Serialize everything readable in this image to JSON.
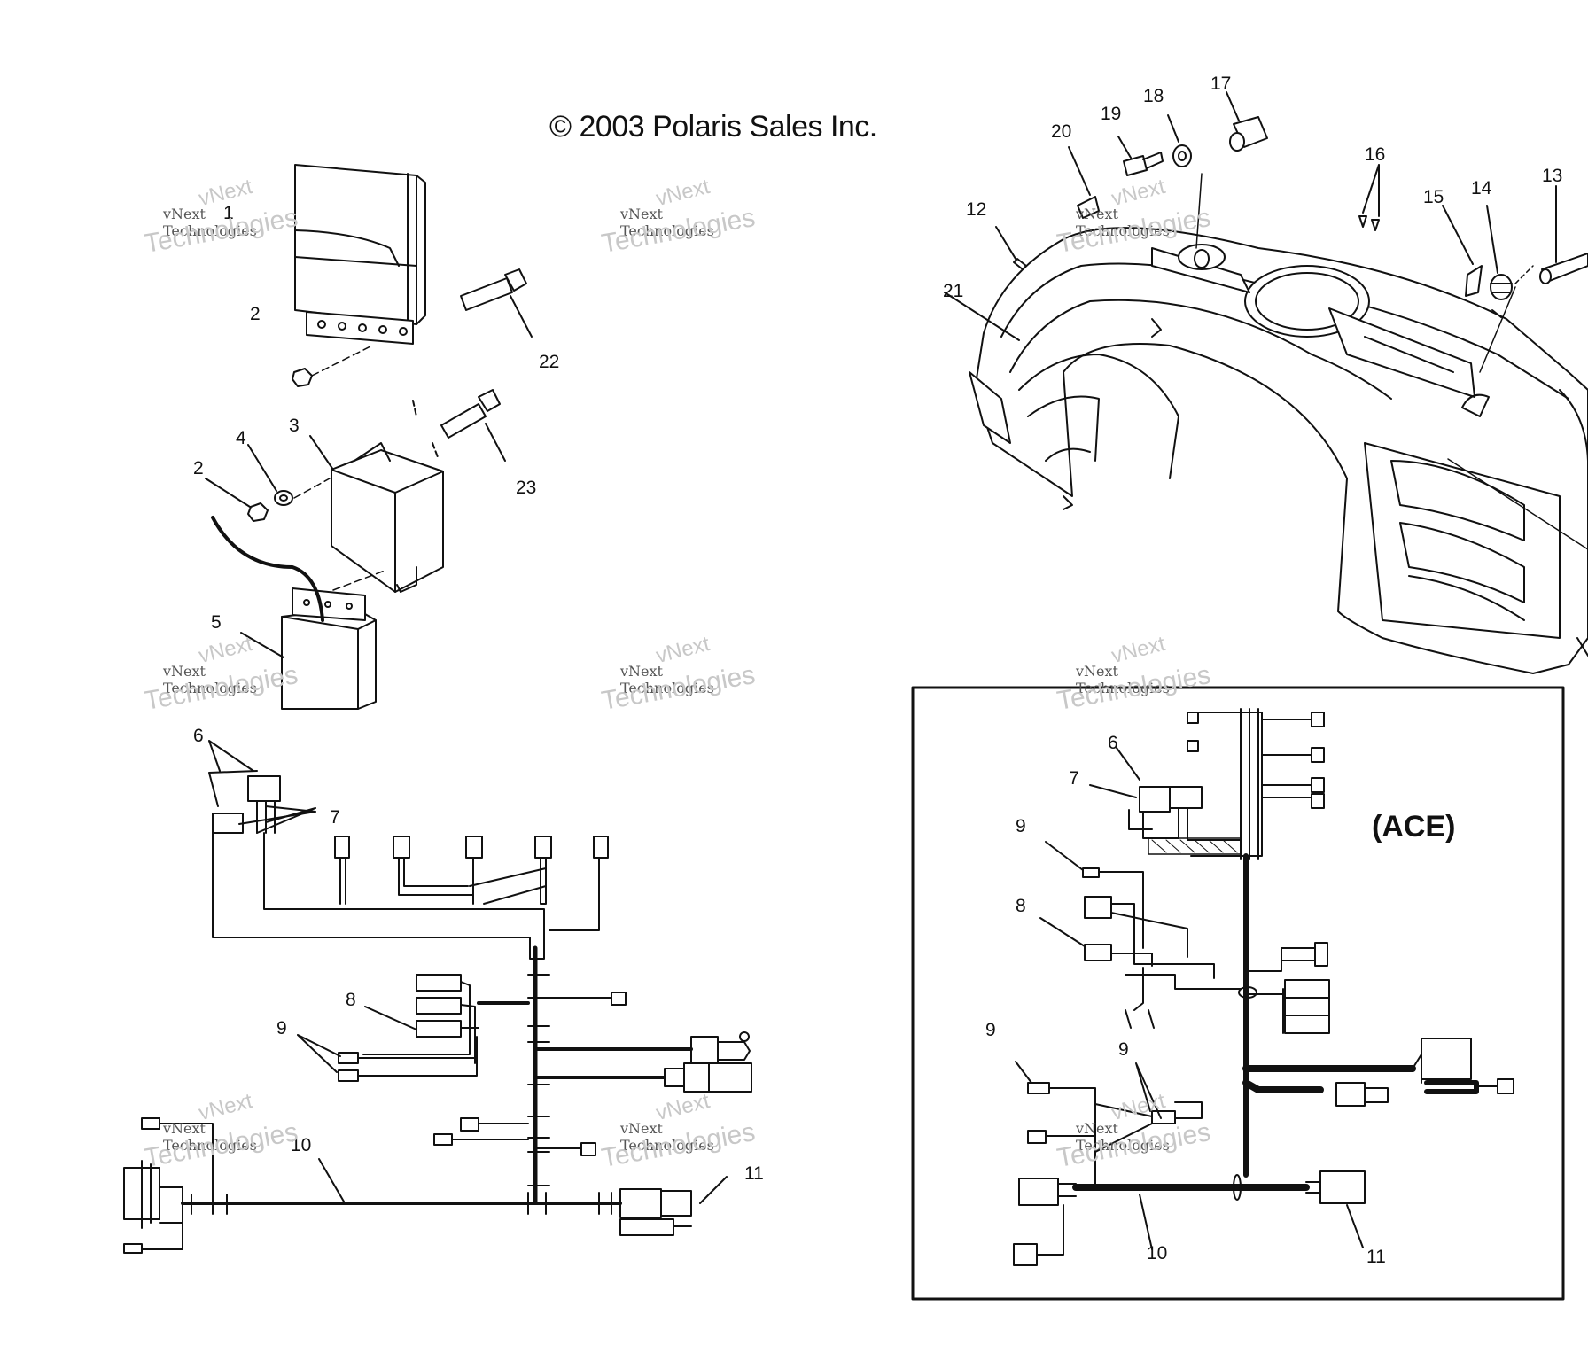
{
  "copyright": "© 2003 Polaris Sales Inc.",
  "inset_label": "(ACE)",
  "watermark": {
    "line1": "vNext",
    "line2": "vNext Technologies",
    "line3": "Technologies"
  },
  "callouts": {
    "c1": "1",
    "c2a": "2",
    "c2b": "2",
    "c3": "3",
    "c4": "4",
    "c5": "5",
    "c6": "6",
    "c7": "7",
    "c8": "8",
    "c9": "9",
    "c10": "10",
    "c11": "11",
    "c12": "12",
    "c13": "13",
    "c14": "14",
    "c15": "15",
    "c16": "16",
    "c17": "17",
    "c18": "18",
    "c19": "19",
    "c20": "20",
    "c21": "21",
    "c22": "22",
    "c23": "23",
    "i6": "6",
    "i7": "7",
    "i9a": "9",
    "i8": "8",
    "i9b": "9",
    "i9c": "9",
    "i10": "10",
    "i11": "11"
  }
}
